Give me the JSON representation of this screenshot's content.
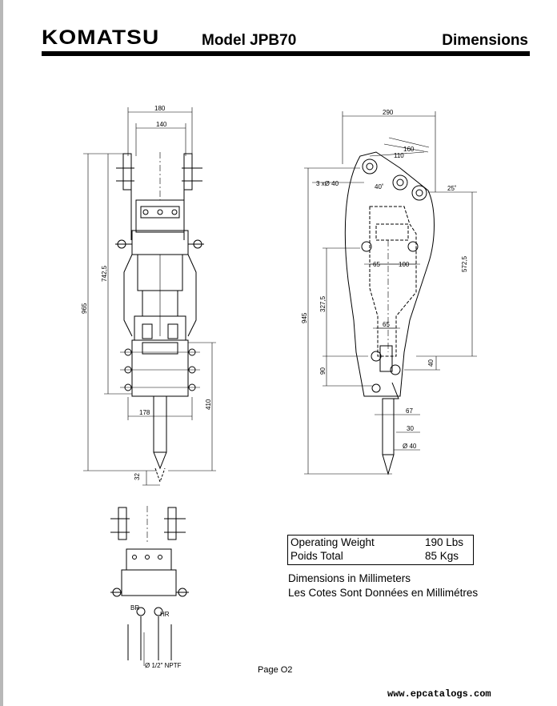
{
  "header": {
    "brand": "KOMATSU",
    "model": "Model JPB70",
    "section": "Dimensions"
  },
  "front_view": {
    "dims": {
      "w180": "180",
      "w140": "140",
      "h965": "965",
      "h742": "742,5",
      "w178": "178",
      "h410": "410",
      "h32": "32"
    }
  },
  "side_view": {
    "dims": {
      "w290": "290",
      "w160": "160",
      "w110": "110",
      "a25": "25˚",
      "hole": "3 xØ 40",
      "a40": "40˚",
      "w65a": "65",
      "w100": "100",
      "h572": "572,5",
      "h945": "945",
      "h327": "327,5",
      "w65b": "65",
      "h90": "90",
      "h40": "40",
      "w67": "67",
      "w30": "30",
      "tool": "Ø 40"
    }
  },
  "bottom_view": {
    "labels": {
      "br": "BR",
      "hr": "HR",
      "port": "Ø 1/2\" NPTF"
    }
  },
  "weights": [
    {
      "label": "Operating Weight",
      "value": "190 Lbs"
    },
    {
      "label": "Poids Total",
      "value": "85 Kgs"
    }
  ],
  "notes": {
    "en": "Dimensions in Millimeters",
    "fr": "Les Cotes Sont Données en Millimétres"
  },
  "footer": {
    "page": "Page O2",
    "website": "www.epcatalogs.com"
  }
}
